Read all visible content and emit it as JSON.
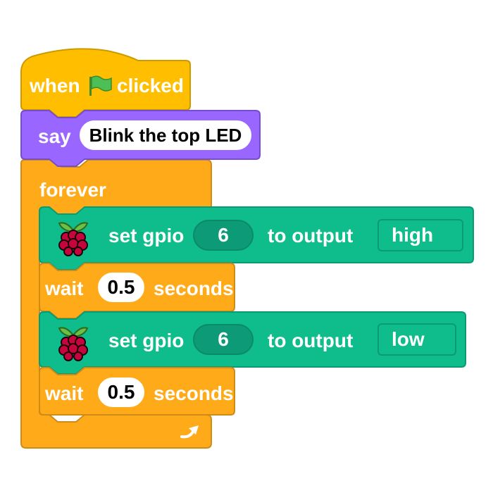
{
  "colors": {
    "events": "#ffbf00",
    "looks": "#9966ff",
    "control": "#ffab19",
    "extension": "#0fbd8c",
    "text_on_block": "#ffffff"
  },
  "hat": {
    "when": "when",
    "icon": "green-flag-icon",
    "clicked": "clicked"
  },
  "say": {
    "label": "say",
    "message": "Blink the top LED"
  },
  "forever": {
    "label": "forever",
    "loop_icon": "loop-arrow-icon"
  },
  "blocks": [
    {
      "type": "gpio",
      "icon": "raspberry-pi-icon",
      "label": "set gpio",
      "pin": "6",
      "to": "to output",
      "state": "high"
    },
    {
      "type": "wait",
      "label": "wait",
      "value": "0.5",
      "unit": "seconds"
    },
    {
      "type": "gpio",
      "icon": "raspberry-pi-icon",
      "label": "set gpio",
      "pin": "6",
      "to": "to output",
      "state": "low"
    },
    {
      "type": "wait",
      "label": "wait",
      "value": "0.5",
      "unit": "seconds"
    }
  ]
}
